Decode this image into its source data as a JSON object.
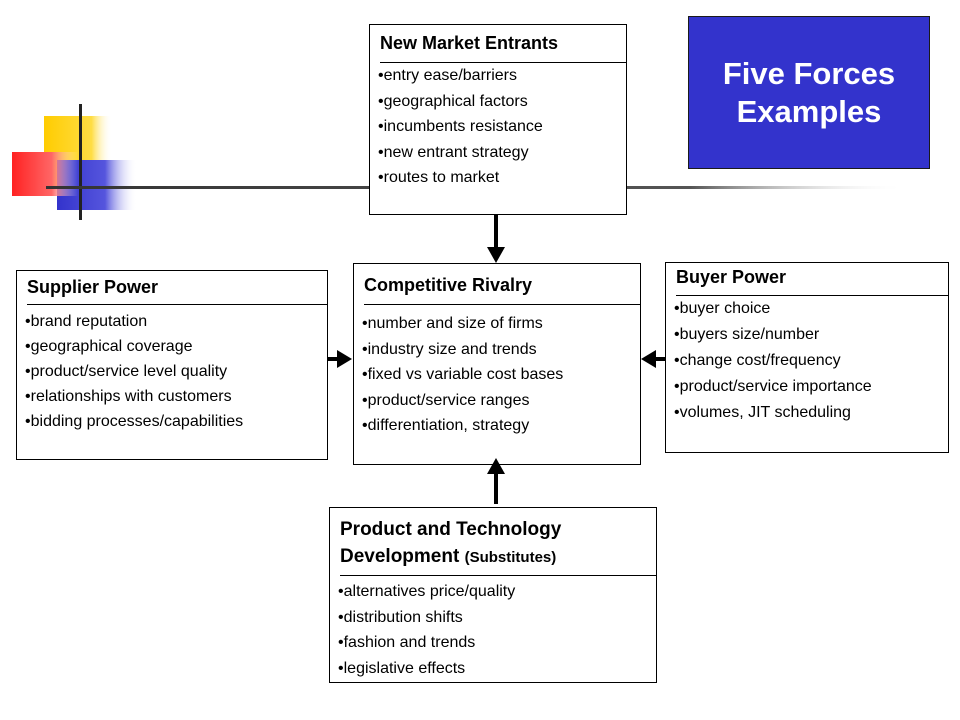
{
  "slide_title": "Five Forces\nExamples",
  "colors": {
    "title_bg": "#3333cc",
    "title_text": "#ffffff",
    "accent_yellow": "#ffcc00",
    "accent_red": "#ff3333",
    "accent_blue": "#3333cc"
  },
  "forces": {
    "new_entrants": {
      "title": "New Market Entrants",
      "items": [
        "entry ease/barriers",
        "geographical factors",
        "incumbents resistance",
        "new entrant strategy",
        "routes to market"
      ]
    },
    "supplier_power": {
      "title": "Supplier Power",
      "items": [
        "brand reputation",
        "geographical coverage",
        "product/service level quality",
        "relationships with customers",
        "bidding processes/capabilities"
      ]
    },
    "competitive_rivalry": {
      "title": "Competitive Rivalry",
      "items": [
        "number and size of firms",
        "industry size and trends",
        "fixed vs variable cost bases",
        "product/service ranges",
        "differentiation, strategy"
      ]
    },
    "buyer_power": {
      "title": "Buyer Power",
      "items": [
        "buyer choice",
        "buyers size/number",
        "change cost/frequency",
        "product/service importance",
        "volumes, JIT scheduling"
      ]
    },
    "substitutes": {
      "title_main": "Product and Technology Development",
      "title_suffix": "(Substitutes)",
      "items": [
        "alternatives price/quality",
        "distribution shifts",
        "fashion and trends",
        "legislative effects"
      ]
    }
  }
}
